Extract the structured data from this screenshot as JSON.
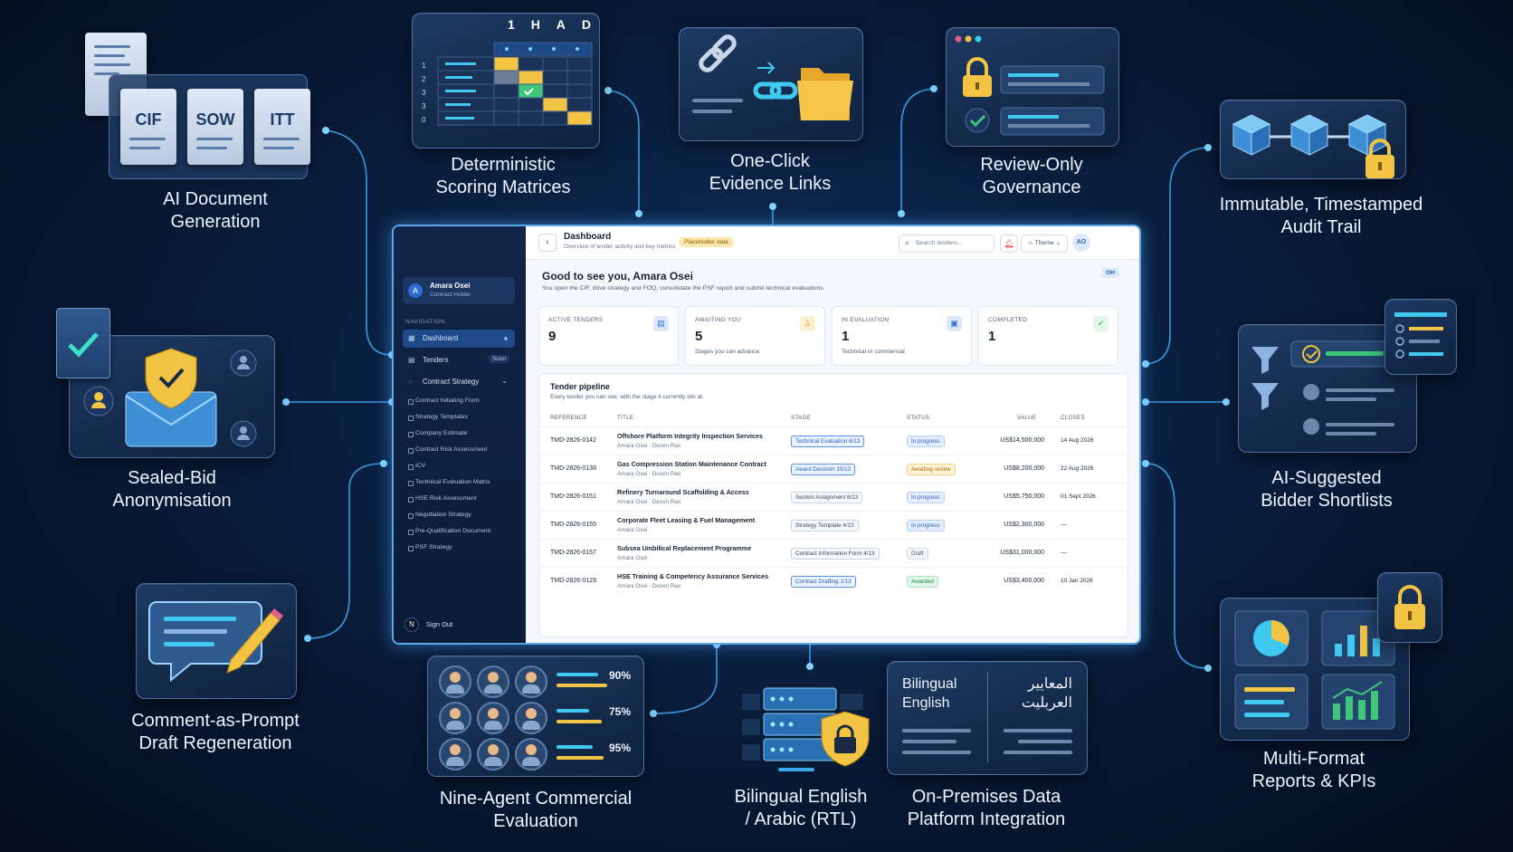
{
  "features": {
    "ai_doc": {
      "label_1": "AI Document",
      "label_2": "Generation",
      "docs": [
        "CIF",
        "SOW",
        "ITT"
      ]
    },
    "scoring": {
      "label_1": "Deterministic",
      "label_2": "Scoring Matrices",
      "header": [
        "1",
        "H",
        "A",
        "D"
      ],
      "rows": [
        "1",
        "2",
        "3",
        "3",
        "0"
      ]
    },
    "evidence": {
      "label_1": "One-Click",
      "label_2": "Evidence Links"
    },
    "governance": {
      "label_1": "Review-Only",
      "label_2": "Governance"
    },
    "audit": {
      "label_1": "Immutable, Timestamped",
      "label_2": "Audit Trail"
    },
    "sealed_bid": {
      "label_1": "Sealed-Bid",
      "label_2": "Anonymisation"
    },
    "shortlist": {
      "label_1": "AI-Suggested",
      "label_2": "Bidder Shortlists"
    },
    "comment": {
      "label_1": "Comment-as-Prompt",
      "label_2": "Draft Regeneration"
    },
    "nine_agent": {
      "label_1": "Nine-Agent Commercial",
      "label_2": "Evaluation",
      "scores": [
        "90%",
        "75%",
        "95%"
      ]
    },
    "bilingual": {
      "label_1": "Bilingual English",
      "label_2": "/ Arabic (RTL)",
      "en_1": "Bilingual",
      "en_2": "English",
      "ar_1": "المعايير",
      "ar_2": "العربليت"
    },
    "onprem": {
      "label_1": "On-Premises Data",
      "label_2": "Platform Integration"
    },
    "reports": {
      "label_1": "Multi-Format",
      "label_2": "Reports & KPIs"
    }
  },
  "dashboard": {
    "sidebar": {
      "user_initial": "A",
      "user_name": "Amara Osei",
      "user_role": "Contract Holder",
      "section": "NAVIGATION",
      "items": [
        {
          "label": "Dashboard",
          "icon": "grid-icon"
        },
        {
          "label": "Tenders",
          "icon": "file-icon",
          "badge": "Soon"
        },
        {
          "label": "Contract Strategy",
          "icon": "bulb-icon"
        }
      ],
      "sub_items": [
        "Contract Initiating Form",
        "Strategy Templates",
        "Company Estimate",
        "Contract Risk Assessment",
        "ICV",
        "Technical Evaluation Matrix",
        "HSE Risk Assessment",
        "Negotiation Strategy",
        "Pre-Qualification Document",
        "PSF Strategy"
      ],
      "signout_initial": "N",
      "signout": "Sign Out"
    },
    "topbar": {
      "title": "Dashboard",
      "subtitle": "Overview of tender activity and key metrics",
      "badge": "Placeholder data",
      "search_placeholder": "Search tenders...",
      "theme": "Theme",
      "avatar": "AO"
    },
    "greeting": "Good to see you, Amara Osei",
    "greeting_sub": "You open the CIF, drive strategy and FOQ, consolidate the PSF report and submit technical evaluations.",
    "oh_badge": "OH",
    "kpis": [
      {
        "label": "ACTIVE TENDERS",
        "value": "9",
        "sub": "",
        "color": "#2a6fd6"
      },
      {
        "label": "AWAITING YOU",
        "value": "5",
        "sub": "Stages you can advance",
        "color": "#e0a21f"
      },
      {
        "label": "IN EVALUATION",
        "value": "1",
        "sub": "Technical or commercial",
        "color": "#2a6fd6"
      },
      {
        "label": "COMPLETED",
        "value": "1",
        "sub": "",
        "color": "#1c9a55"
      }
    ],
    "pipeline": {
      "title": "Tender pipeline",
      "subtitle": "Every tender you can see, with the stage it currently sits at.",
      "columns": [
        "REFERENCE",
        "TITLE",
        "STAGE",
        "STATUS",
        "VALUE",
        "CLOSES"
      ],
      "rows": [
        {
          "ref": "TMD-2826-0142",
          "title": "Offshore Platform Integrity Inspection Services",
          "people": "Amara Osei · Dezen Rao",
          "stage": "Technical Evaluation 6/13",
          "status": "In progress",
          "value": "US$14,500,000",
          "closes": "14 Aug 2026"
        },
        {
          "ref": "TMD-2826-0138",
          "title": "Gas Compression Station Maintenance Contract",
          "people": "Amara Osei · Dezen Rao",
          "stage": "Award Decision 10/13",
          "status": "Awaiting review",
          "value": "US$8,200,000",
          "closes": "22 Aug 2026"
        },
        {
          "ref": "TMD-2826-0151",
          "title": "Refinery Turnaround Scaffolding & Access",
          "people": "Amara Osei · Dezen Rao",
          "stage": "Section Assignment 6/13",
          "status": "In progress",
          "value": "US$5,750,000",
          "closes": "01 Sept 2026"
        },
        {
          "ref": "TMD-2826-0155",
          "title": "Corporate Fleet Leasing & Fuel Management",
          "people": "Amara Osei",
          "stage": "Strategy Template 4/13",
          "status": "In progress",
          "value": "US$2,300,000",
          "closes": "—"
        },
        {
          "ref": "TMD-2826-0157",
          "title": "Subsea Umbilical Replacement Programme",
          "people": "Amara Osei",
          "stage": "Contract Information Form 4/13",
          "status": "Draft",
          "value": "US$31,000,000",
          "closes": "—"
        },
        {
          "ref": "TMD-2826-0129",
          "title": "HSE Training & Competency Assurance Services",
          "people": "Amara Osei · Dezen Rao",
          "stage": "Contract Drafting 1/13",
          "status": "Awarded",
          "value": "US$3,400,000",
          "closes": "10 Jan 2026"
        }
      ]
    }
  }
}
